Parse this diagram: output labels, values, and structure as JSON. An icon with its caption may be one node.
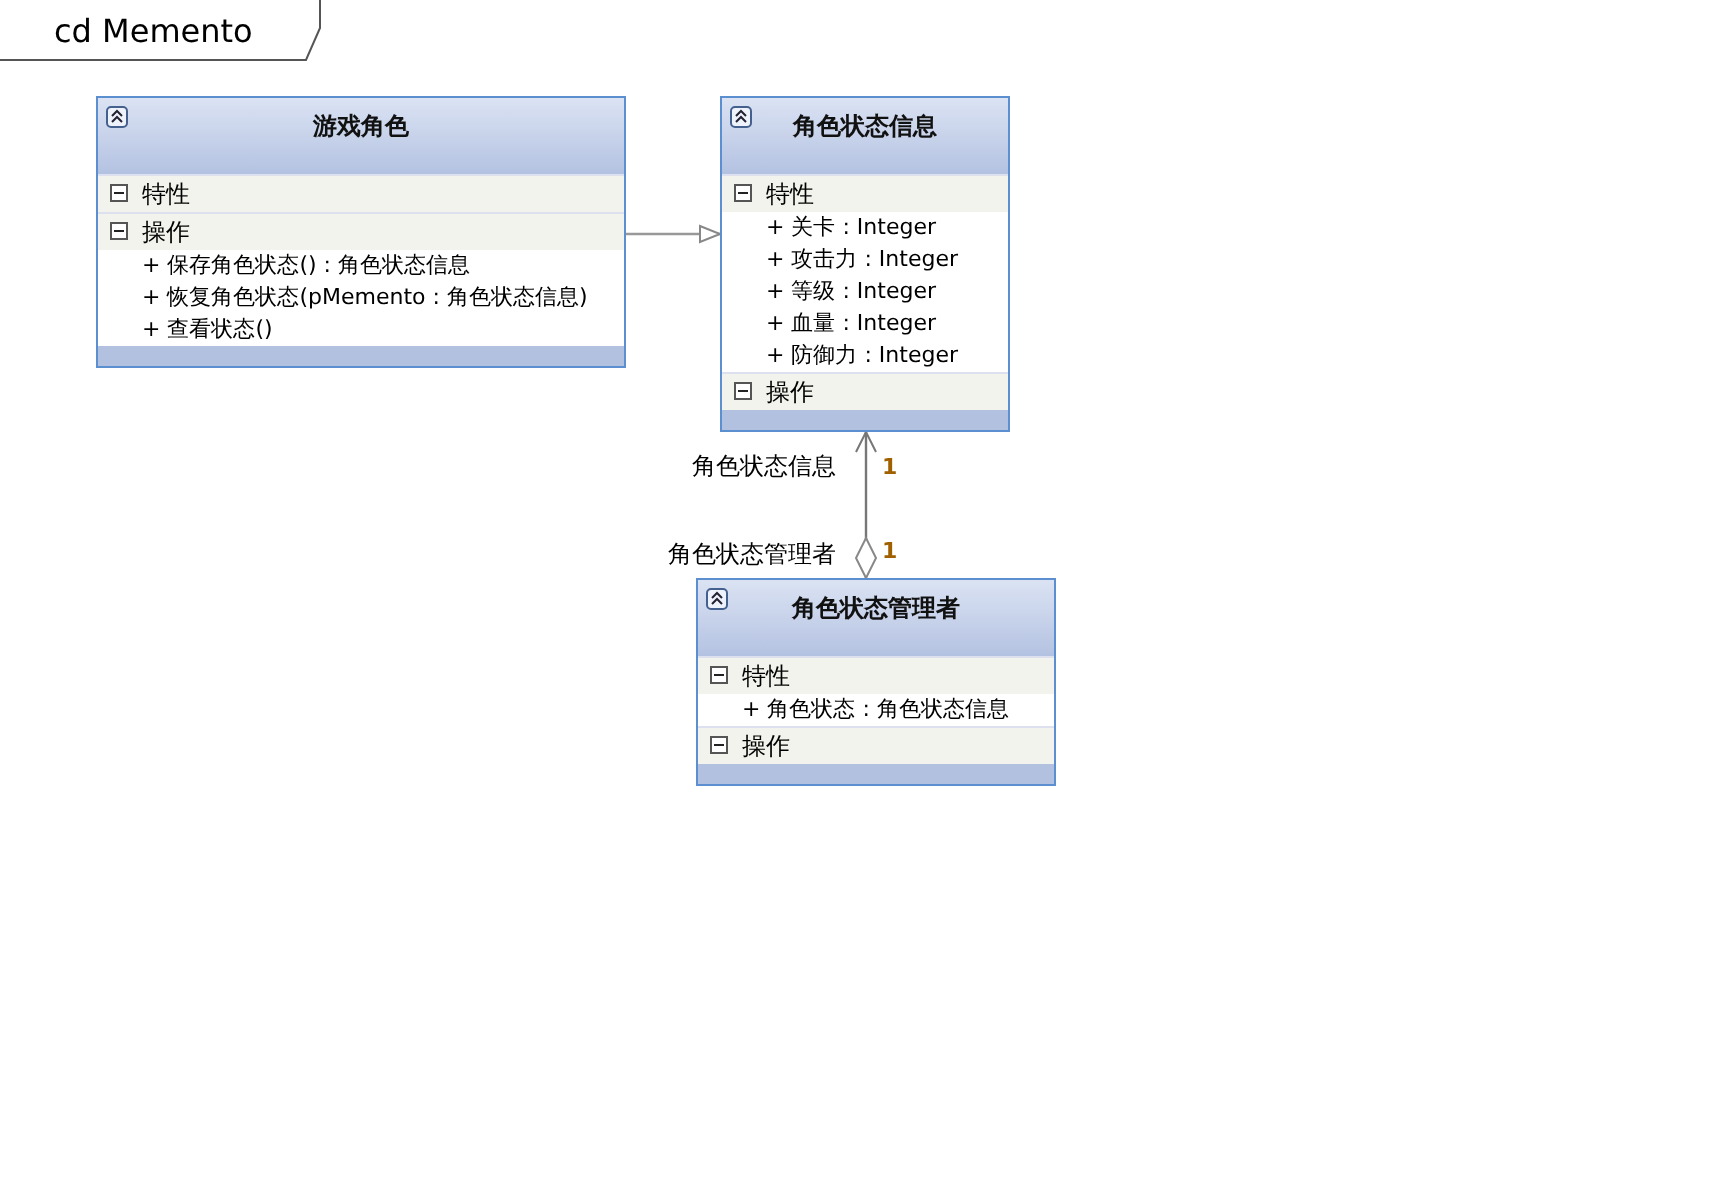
{
  "diagram": {
    "title": "cd Memento",
    "nodes": [
      {
        "text": [
          "游戏角色",
          "特性",
          "操作",
          "+ 保存角色状态() : 角色状态信息",
          "+ 恢复角色状态(pMemento : 角色状态信息)",
          "+ 查看状态()"
        ]
      },
      {
        "text": [
          "角色状态信息",
          "特性",
          "+ 关卡 : Integer",
          "+ 攻击力 : Integer",
          "+ 等级 : Integer",
          "+ 血量 : Integer",
          "+ 防御力 : Integer",
          "操作"
        ]
      },
      {
        "text": [
          "角色状态管理者",
          "特性",
          "+ 角色状态 : 角色状态信息",
          "操作"
        ]
      }
    ],
    "edges": [
      {
        "from": 0,
        "to": 1,
        "arrow": "to"
      },
      {
        "from": 2,
        "to": 1,
        "arrow": "to"
      }
    ],
    "labels": [
      "角色状态信息",
      "1",
      "角色状态管理者",
      "1"
    ]
  }
}
